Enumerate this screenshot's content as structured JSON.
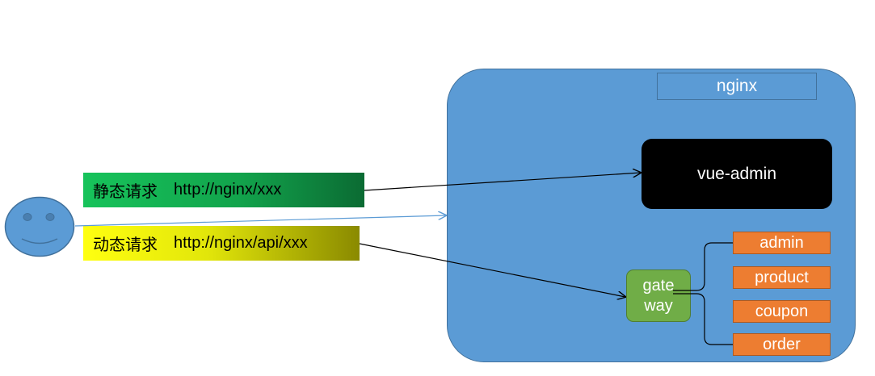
{
  "server": {
    "label": "nginx"
  },
  "frontend": {
    "label": "vue-admin"
  },
  "gateway": {
    "line1": "gate",
    "line2": "way"
  },
  "services": [
    "admin",
    "product",
    "coupon",
    "order"
  ],
  "requests": {
    "static": {
      "kind": "静态请求",
      "url": "http://nginx/xxx"
    },
    "dynamic": {
      "kind": "动态请求",
      "url": "http://nginx/api/xxx"
    }
  },
  "colors": {
    "server": "#5b9bd5",
    "frontend": "#000000",
    "gateway": "#70ad47",
    "service": "#ed7d31",
    "static_request": "#12a44c",
    "dynamic_request": "#e2e60a",
    "user": "#5b9bd5"
  },
  "icons": {
    "user": "smiley-face-icon"
  }
}
